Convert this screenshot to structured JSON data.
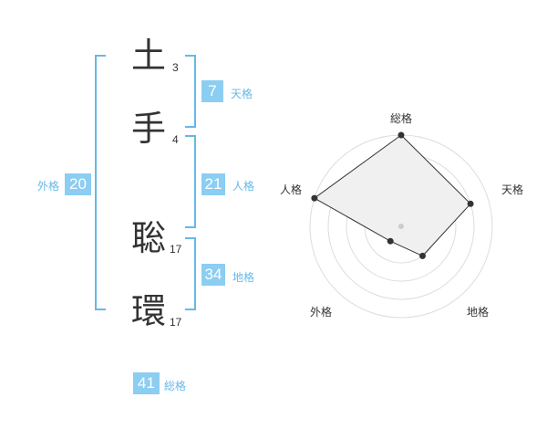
{
  "accent_color": "#66b8e8",
  "badge_color": "#8ccdf2",
  "name": {
    "chars": [
      {
        "char": "土",
        "strokes": "3"
      },
      {
        "char": "手",
        "strokes": "4"
      },
      {
        "char": "聡",
        "strokes": "17"
      },
      {
        "char": "環",
        "strokes": "17"
      }
    ]
  },
  "fortune": {
    "tenkaku": {
      "value": "7",
      "label": "天格"
    },
    "jinkaku": {
      "value": "21",
      "label": "人格"
    },
    "chikaku": {
      "value": "34",
      "label": "地格"
    },
    "gaikaku": {
      "value": "20",
      "label": "外格"
    },
    "soukaku": {
      "value": "41",
      "label": "総格"
    }
  },
  "chart_data": {
    "type": "radar",
    "axes": [
      "総格",
      "天格",
      "地格",
      "外格",
      "人格"
    ],
    "values": [
      5,
      4,
      2,
      1,
      5
    ],
    "rmax": 5,
    "rings": 5,
    "grid": true
  }
}
